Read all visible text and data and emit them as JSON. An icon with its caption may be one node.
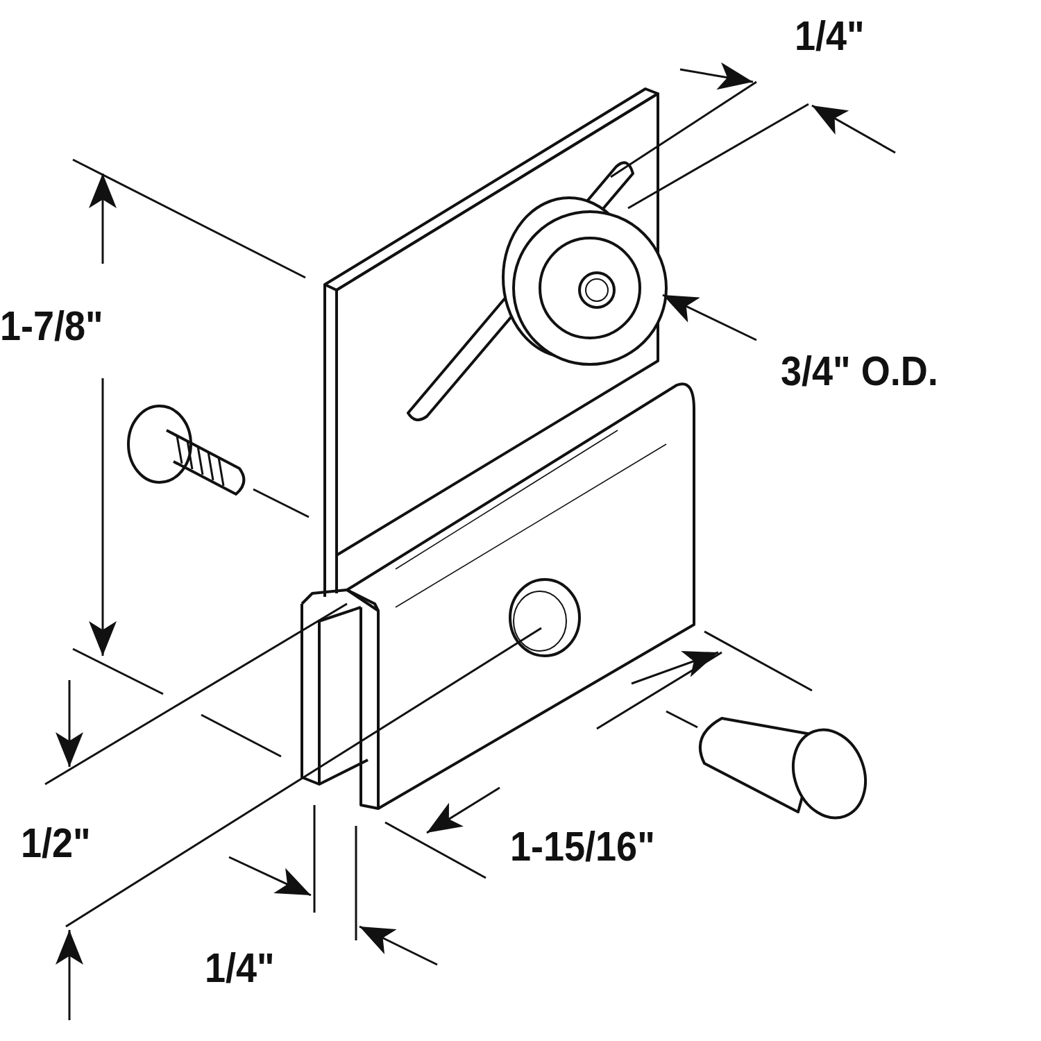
{
  "diagram": {
    "labels": [
      "1/4\"",
      "1-7/8\"",
      "3/4\" O.D.",
      "1/2\"",
      "1-15/16\"",
      "1/4\""
    ]
  }
}
